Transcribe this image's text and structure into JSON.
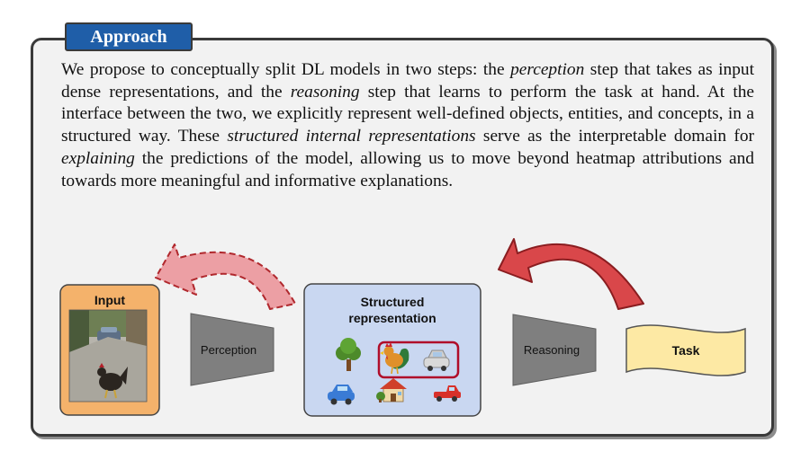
{
  "header": {
    "tag_label": "Approach"
  },
  "paragraph": {
    "p1": "We propose to conceptually split DL models in two steps: the ",
    "perception": "perception",
    "p2": " step that takes as input dense representations, and the ",
    "reasoning": "reasoning",
    "p3": " step that learns to perform the task at hand. At the interface between the two, we explicitly represent well-defined objects, entities, and concepts, in a structured way. These ",
    "sir": "structured internal representations",
    "p4": " serve as the interpretable domain for ",
    "explaining": "explaining",
    "p5": " the predictions of the model, allowing us to move beyond heatmap attributions and towards more meaningful and informative explanations."
  },
  "diagram": {
    "input_label": "Input",
    "perception_label": "Perception",
    "structured_line1": "Structured",
    "structured_line2": "representation",
    "reasoning_label": "Reasoning",
    "task_label": "Task",
    "icons": [
      "tree",
      "rooster",
      "car",
      "car",
      "house",
      "pickup-truck"
    ]
  },
  "colors": {
    "tag_bg": "#1f5ea8",
    "input_box": "#f4b26b",
    "structured_box": "#c9d7f1",
    "funnel": "#7f7f7f",
    "task_box": "#fde9a4",
    "arrow_red": "#d9474a",
    "arrow_pink": "#ec9fa4",
    "highlight_border": "#b00d2a"
  }
}
